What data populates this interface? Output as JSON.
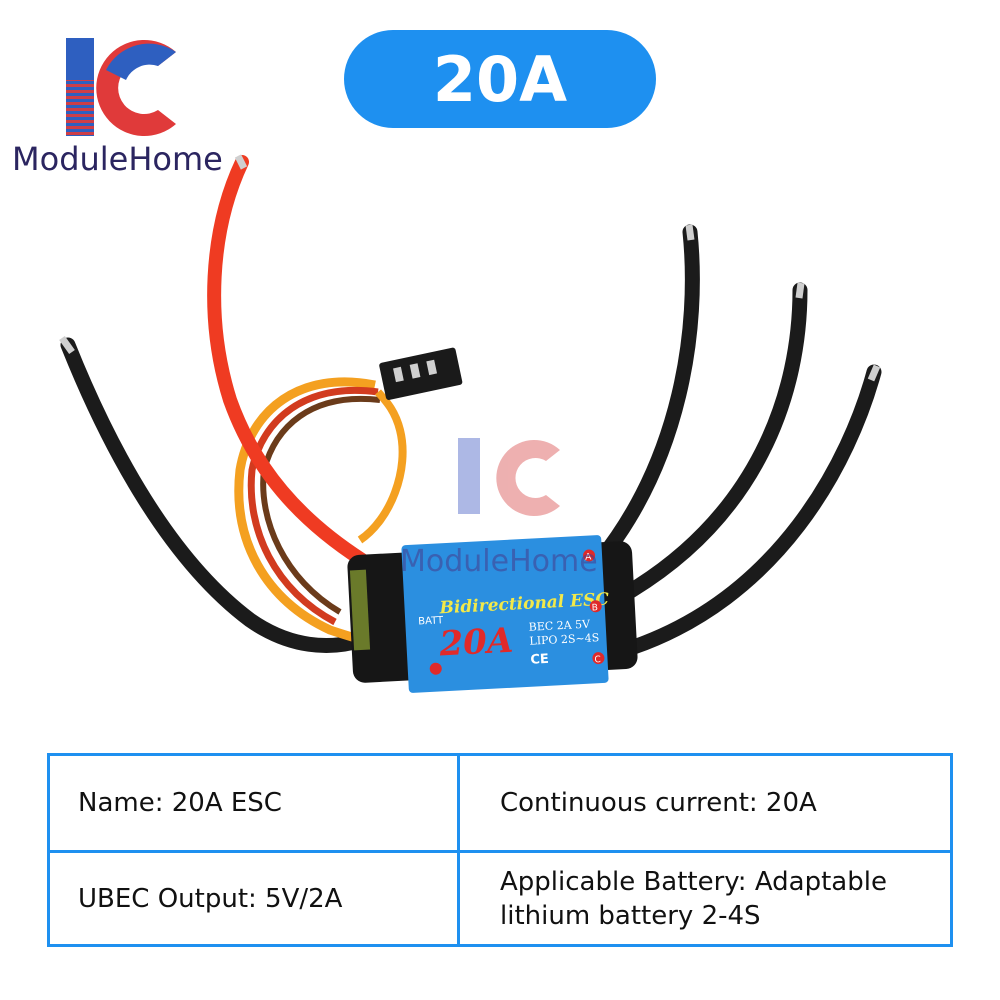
{
  "brand": {
    "name": "ModuleHome",
    "logo_icon": "ic-logo-icon",
    "colors": {
      "blue": "#2e5fc0",
      "red": "#e03a3a",
      "text": "#2b2560"
    }
  },
  "badge": {
    "label": "20A",
    "color": "#1e90f0"
  },
  "product": {
    "watermark": "ModuleHome",
    "label_title": "Bidirectional ESC",
    "label_rating": "20A",
    "label_bec": "BEC  2A  5V",
    "label_lipo": "LIPO  2S~4S",
    "label_batt": "BATT",
    "label_ce": "CE",
    "pad_a": "A",
    "pad_b": "B",
    "pad_c": "C"
  },
  "specs": [
    {
      "text": "Name:  20A ESC"
    },
    {
      "text": "Continuous current: 20A"
    },
    {
      "text": "UBEC Output: 5V/2A"
    },
    {
      "text": "Applicable Battery: Adaptable lithium battery 2-4S"
    }
  ]
}
